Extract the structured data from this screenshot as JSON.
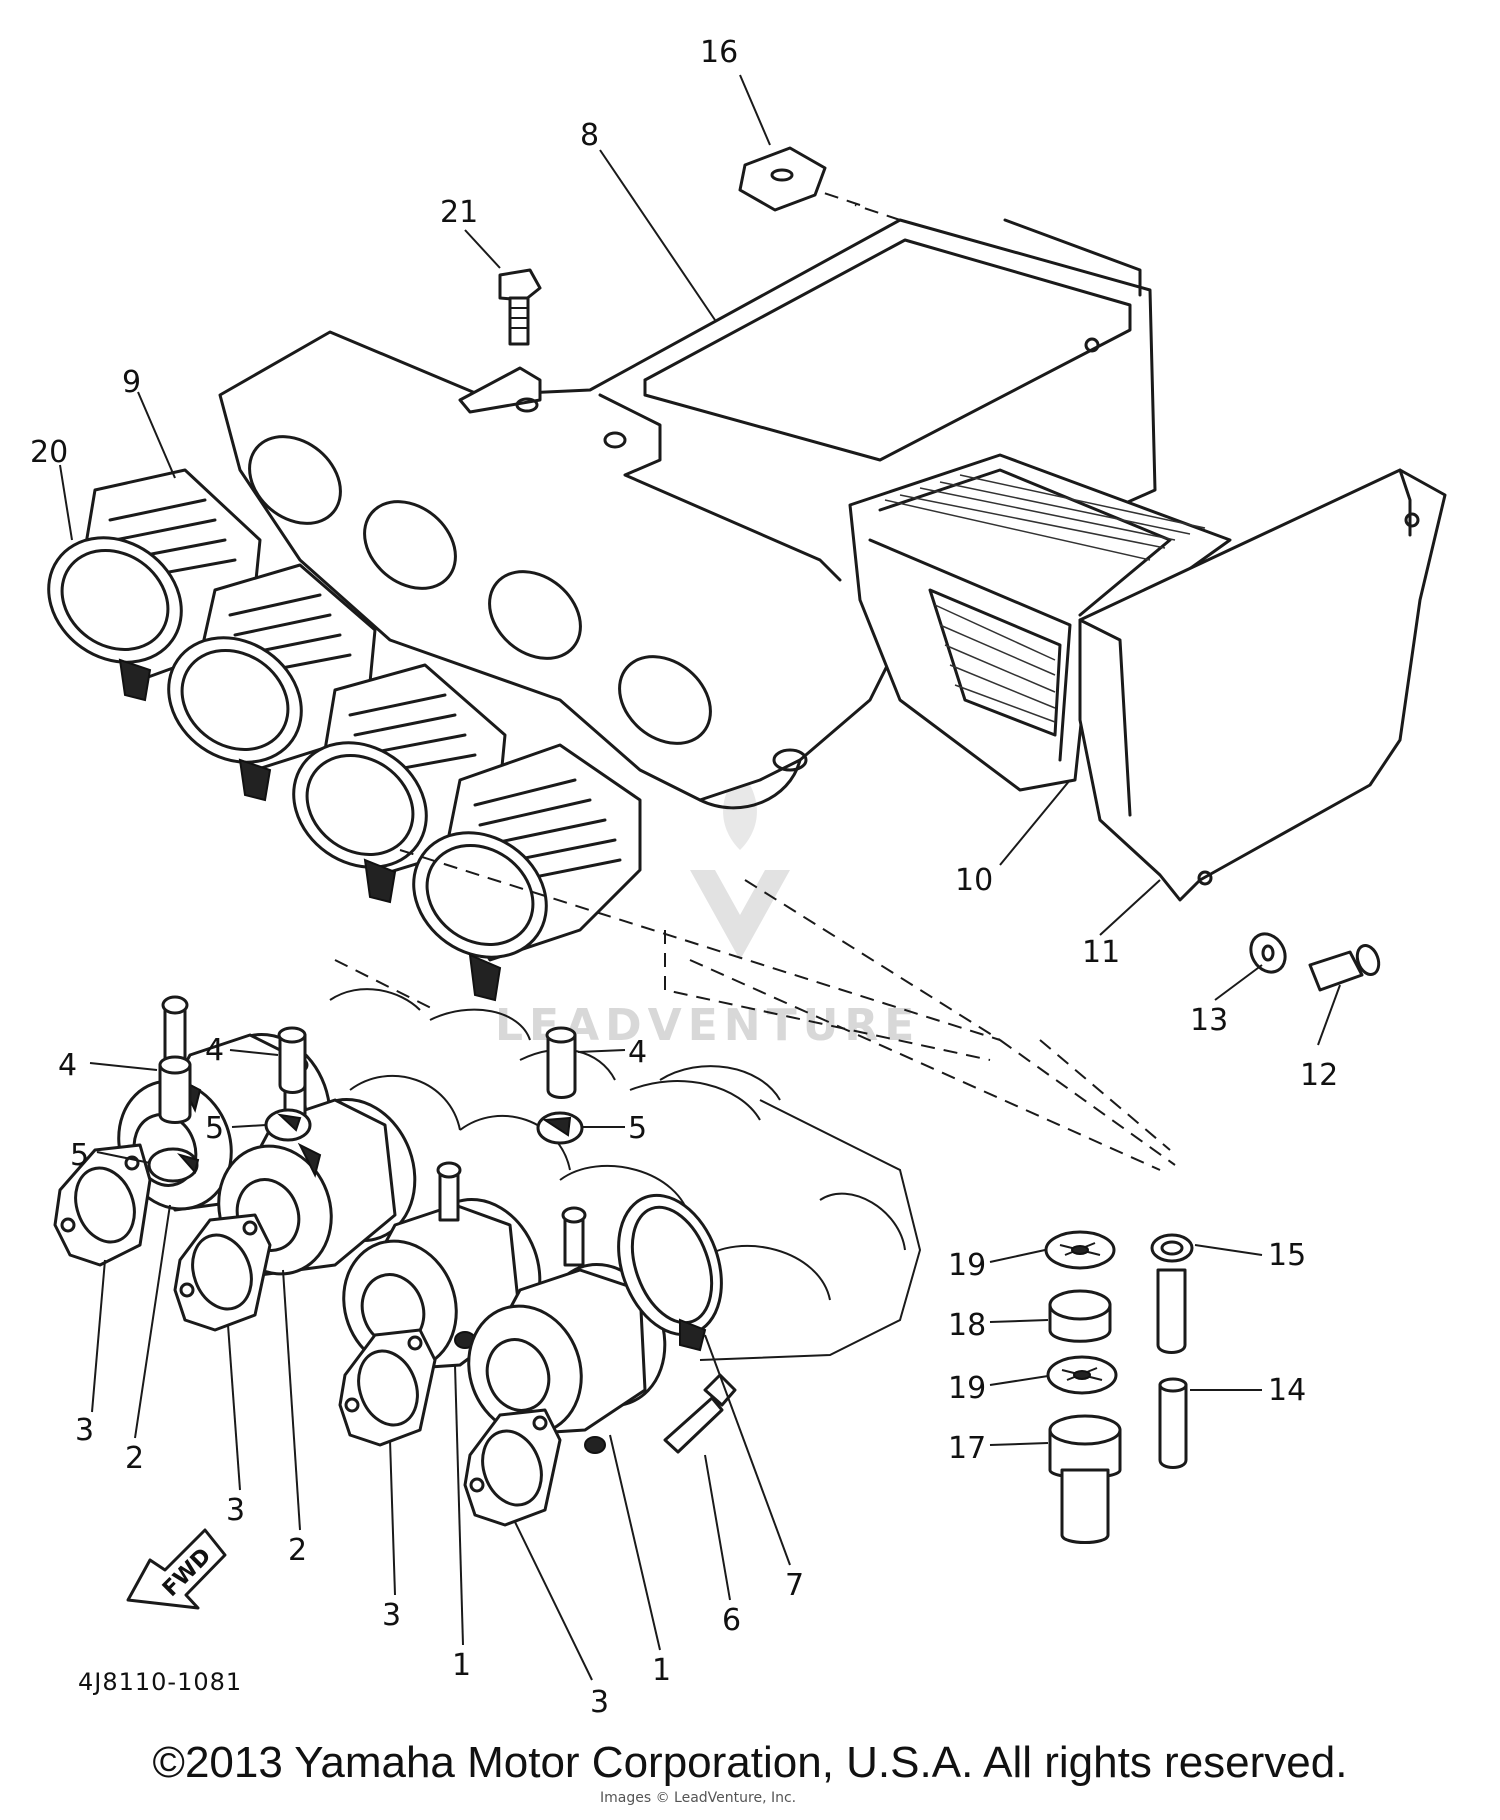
{
  "diagram": {
    "callouts": {
      "c1a": "1",
      "c1b": "1",
      "c2a": "2",
      "c2b": "2",
      "c3a": "3",
      "c3b": "3",
      "c3c": "3",
      "c3d": "3",
      "c4a": "4",
      "c4b": "4",
      "c4c": "4",
      "c5a": "5",
      "c5b": "5",
      "c5c": "5",
      "c6": "6",
      "c7": "7",
      "c8": "8",
      "c9": "9",
      "c10": "10",
      "c11": "11",
      "c12": "12",
      "c13": "13",
      "c14": "14",
      "c15": "15",
      "c16": "16",
      "c17": "17",
      "c18": "18",
      "c19a": "19",
      "c19b": "19",
      "c20": "20",
      "c21": "21"
    },
    "fwd_label": "FWD",
    "drawing_code": "4J8110-1081",
    "watermark": "LEADVENTURE"
  },
  "footer": {
    "copyright": "©2013 Yamaha Motor Corporation, U.S.A. All rights reserved.",
    "fineprint": "Images © LeadVenture, Inc."
  }
}
